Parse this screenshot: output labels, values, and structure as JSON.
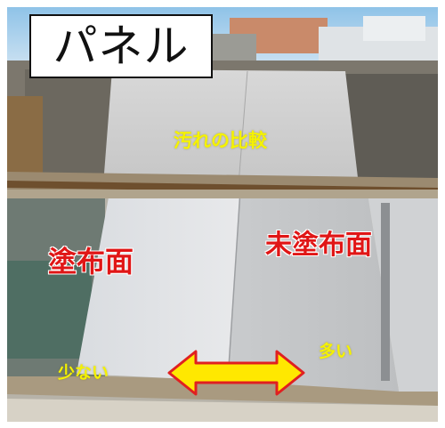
{
  "title": "パネル",
  "labels": {
    "comparison": "汚れの比較",
    "coated_surface": "塗布面",
    "uncoated_surface": "未塗布面",
    "less": "少ない",
    "more": "多い"
  },
  "colors": {
    "label_yellow": "#f5f200",
    "label_red": "#e01616",
    "arrow_fill": "#ffe800",
    "arrow_stroke": "#e02020"
  },
  "icons": {
    "arrow": "double-headed-arrow-icon"
  }
}
